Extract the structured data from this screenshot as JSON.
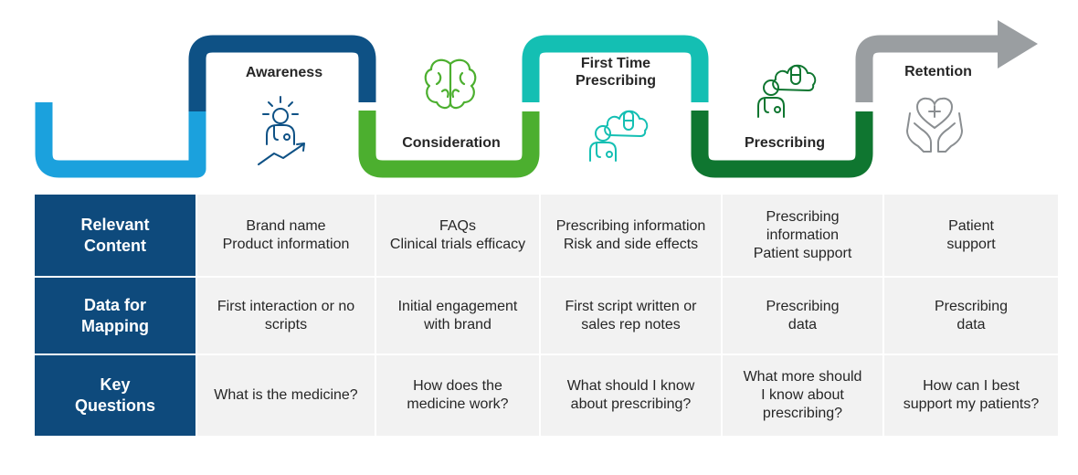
{
  "stages": [
    {
      "title": "Awareness",
      "icon": "doctor-growth-icon"
    },
    {
      "title": "Consideration",
      "icon": "brain-icon"
    },
    {
      "title": "First Time\nPrescribing",
      "icon": "doctor-cloud-pill-icon"
    },
    {
      "title": "Prescribing",
      "icon": "doctor-cloud-pill-icon"
    },
    {
      "title": "Retention",
      "icon": "hands-heart-icon"
    }
  ],
  "colors": {
    "light_blue": "#1ba1dd",
    "navy": "#0e5185",
    "light_green": "#4caf2f",
    "teal": "#14bfb3",
    "dark_green": "#0f7630",
    "gray": "#9a9ea1",
    "row_header": "#0e4a7c",
    "cell_bg": "#f2f2f2"
  },
  "rows": [
    {
      "header": "Relevant\nContent",
      "cells": [
        "Brand name\nProduct information",
        "FAQs\nClinical trials efficacy",
        "Prescribing information\nRisk and side effects",
        "Prescribing\ninformation\nPatient support",
        "Patient\nsupport"
      ]
    },
    {
      "header": "Data for\nMapping",
      "cells": [
        "First interaction or no\nscripts",
        "Initial engagement\nwith brand",
        "First script written or\nsales rep notes",
        "Prescribing\ndata",
        "Prescribing\ndata"
      ]
    },
    {
      "header": "Key\nQuestions",
      "cells": [
        "What is the medicine?",
        "How does the\nmedicine work?",
        "What should I know\nabout prescribing?",
        "What more should\nI know about\nprescribing?",
        "How can I best\nsupport my patients?"
      ]
    }
  ]
}
